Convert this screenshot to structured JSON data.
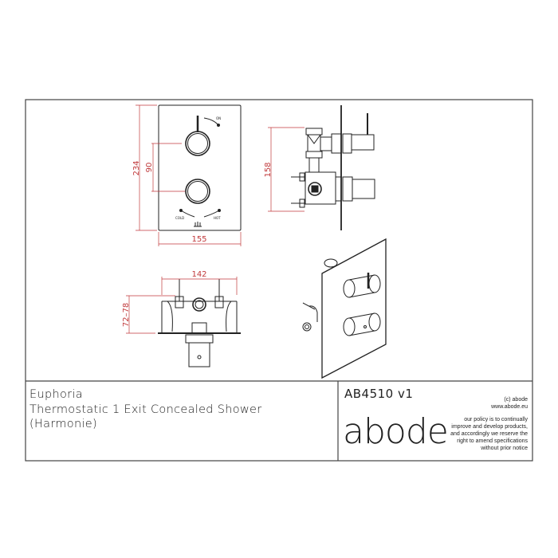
{
  "product": {
    "range": "Euphoria",
    "name": "Thermostatic 1 Exit Concealed Shower",
    "variant": "(Harmonie)"
  },
  "code": "AB4510  v1",
  "brand": {
    "logo_text": "abode",
    "copyright": "(c) abode",
    "website": "www.abode.eu",
    "policy_lines": [
      "our policy is to continually",
      "improve and develop products,",
      "and accordingly we reserve the",
      "right to amend specifications",
      "without prior notice"
    ]
  },
  "drawing": {
    "dimensions": {
      "plate_height": "234",
      "handle_spacing": "90",
      "plate_width": "155",
      "side_depth": "158",
      "body_width": "142",
      "wall_depth": "72–78"
    },
    "labels": {
      "on": "ON",
      "cold": "COLD",
      "hot": "HOT"
    },
    "colors": {
      "line": "#222222",
      "dimension": "#c0393b"
    }
  }
}
